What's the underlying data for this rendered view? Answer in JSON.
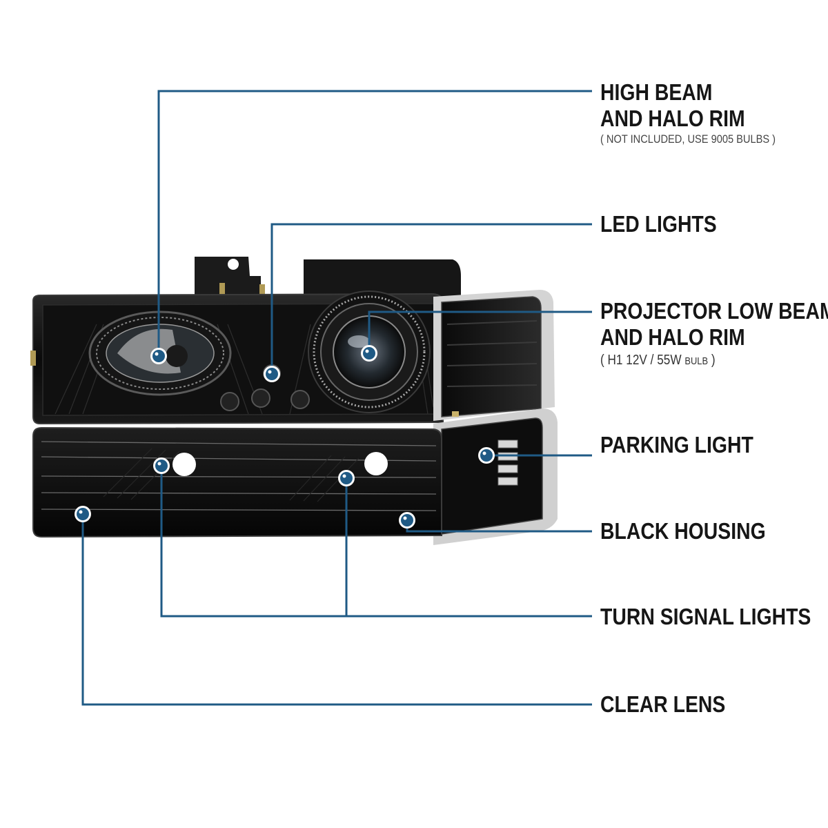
{
  "colors": {
    "leader_line": "#1f5a85",
    "marker": "#1f5a85",
    "housing": "#0c0c0c",
    "chrome": "#cfcfcf",
    "label_text": "#161616"
  },
  "callouts": {
    "high_beam": {
      "line1": "HIGH BEAM",
      "line2": "AND HALO RIM",
      "note": "( NOT INCLUDED, USE 9005 BULBS )"
    },
    "led_lights": {
      "label": "LED LIGHTS"
    },
    "projector": {
      "line1": "PROJECTOR LOW BEAM",
      "line2": "AND HALO RIM",
      "note_main": "( H1  12V / 55W ",
      "note_bulb": "BULB",
      "note_end": " )"
    },
    "parking_light": {
      "label": "PARKING LIGHT"
    },
    "black_housing": {
      "label": "BLACK HOUSING"
    },
    "turn_signal": {
      "label": "TURN SIGNAL LIGHTS"
    },
    "clear_lens": {
      "label": "CLEAR LENS"
    }
  }
}
